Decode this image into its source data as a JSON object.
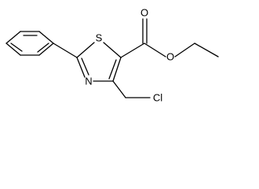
{
  "molecule": {
    "atoms": {
      "S": "S",
      "N": "N",
      "O_carbonyl": "O",
      "O_ester": "O",
      "Cl": "Cl"
    }
  },
  "colors": {
    "bond": "#000000",
    "background": "#ffffff"
  }
}
